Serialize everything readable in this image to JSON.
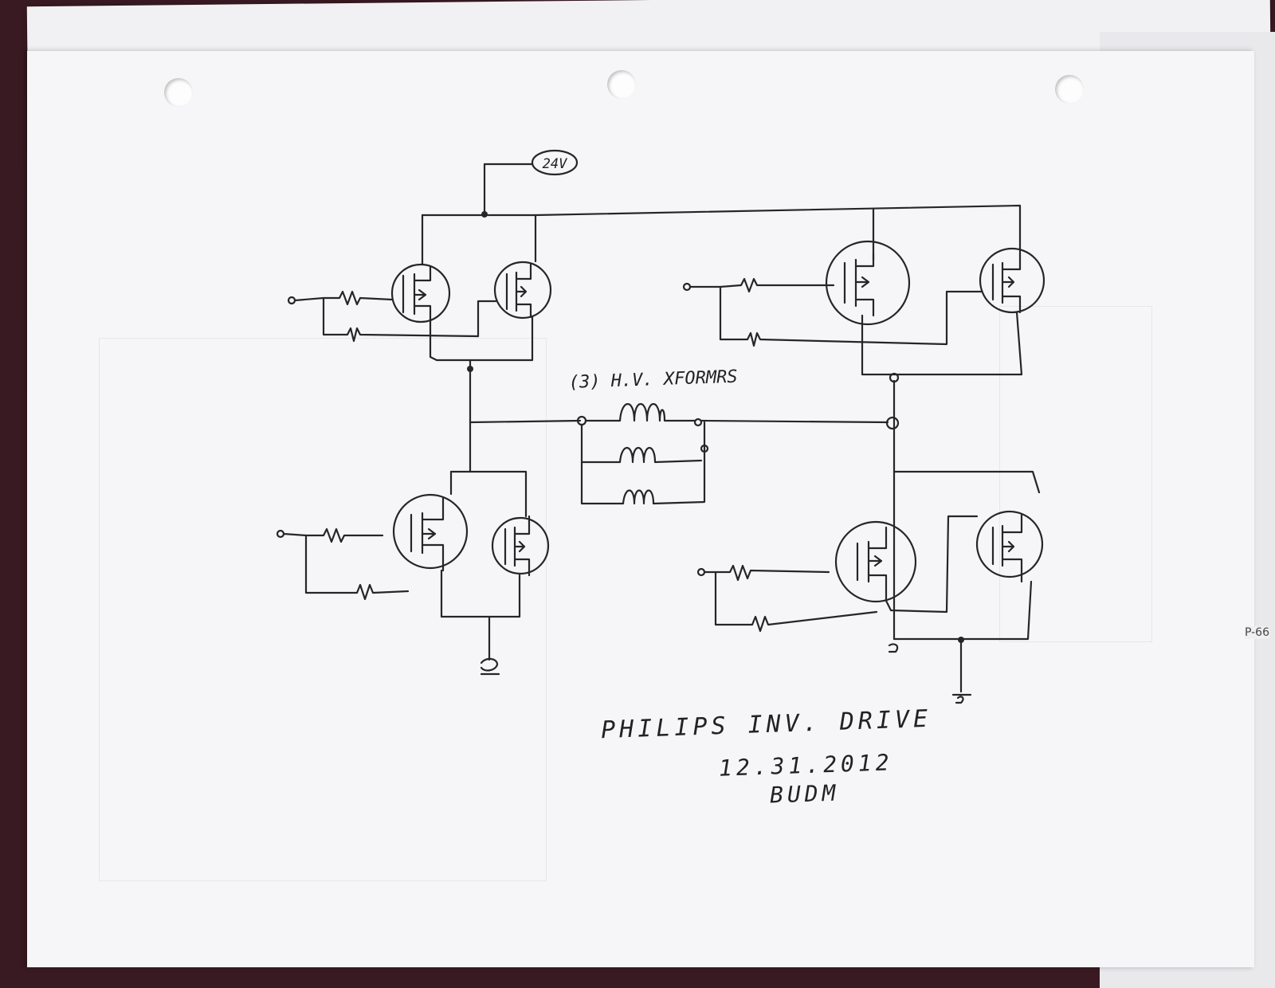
{
  "labels": {
    "supply": "24V",
    "transformers": "(3) H.V. XFORMRS",
    "title": "PHILIPS INV. DRIVE",
    "date": "12.31.2012",
    "author": "BUDM",
    "page_tag": "P-66"
  }
}
